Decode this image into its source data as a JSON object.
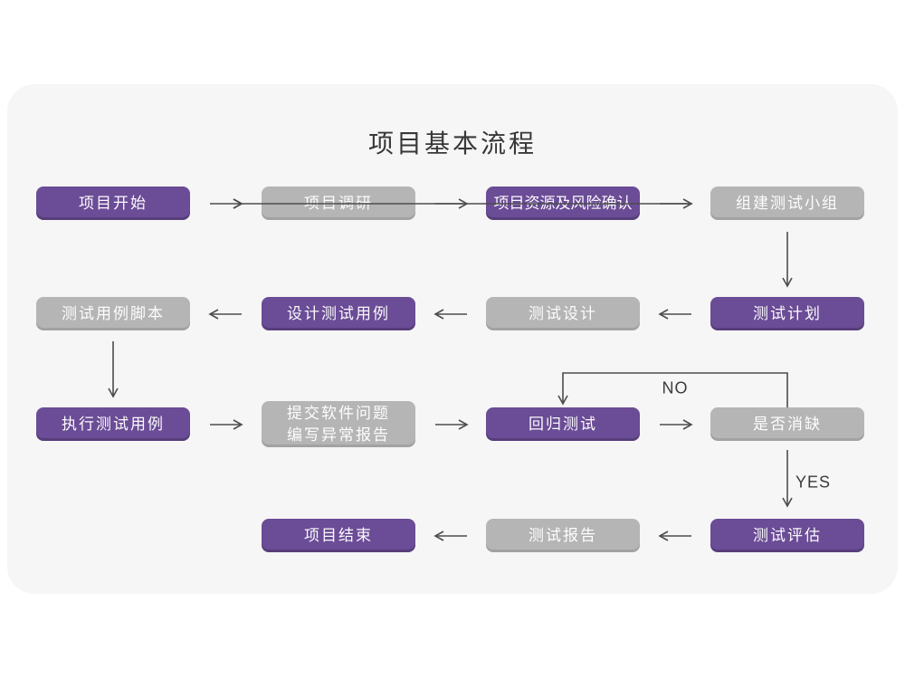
{
  "title": "项目基本流程",
  "decision_labels": {
    "no": "NO",
    "yes": "YES"
  },
  "colors": {
    "node_purple": "#6b4c96",
    "node_gray": "#b5b5b5",
    "card_background": "#f6f6f6",
    "page_background": "#ffffff",
    "arrow": "#4d4d4d",
    "title_text": "#383838",
    "node_text": "#ffffff"
  },
  "nodes": [
    {
      "label": "项目开始",
      "type": "purple"
    },
    {
      "label": "项目调研",
      "type": "gray"
    },
    {
      "label": "项目资源及风险确认",
      "type": "purple"
    },
    {
      "label": "组建测试小组",
      "type": "gray"
    },
    {
      "label": "测试计划",
      "type": "purple"
    },
    {
      "label": "测试设计",
      "type": "gray"
    },
    {
      "label": "设计测试用例",
      "type": "purple"
    },
    {
      "label": "测试用例脚本",
      "type": "gray"
    },
    {
      "label": "执行测试用例",
      "type": "purple"
    },
    {
      "label_line1": "提交软件问题",
      "label_line2": "编写异常报告",
      "type": "gray"
    },
    {
      "label": "回归测试",
      "type": "purple"
    },
    {
      "label": "是否消缺",
      "type": "gray"
    },
    {
      "label": "测试评估",
      "type": "purple"
    },
    {
      "label": "测试报告",
      "type": "gray"
    },
    {
      "label": "项目结束",
      "type": "purple"
    }
  ]
}
